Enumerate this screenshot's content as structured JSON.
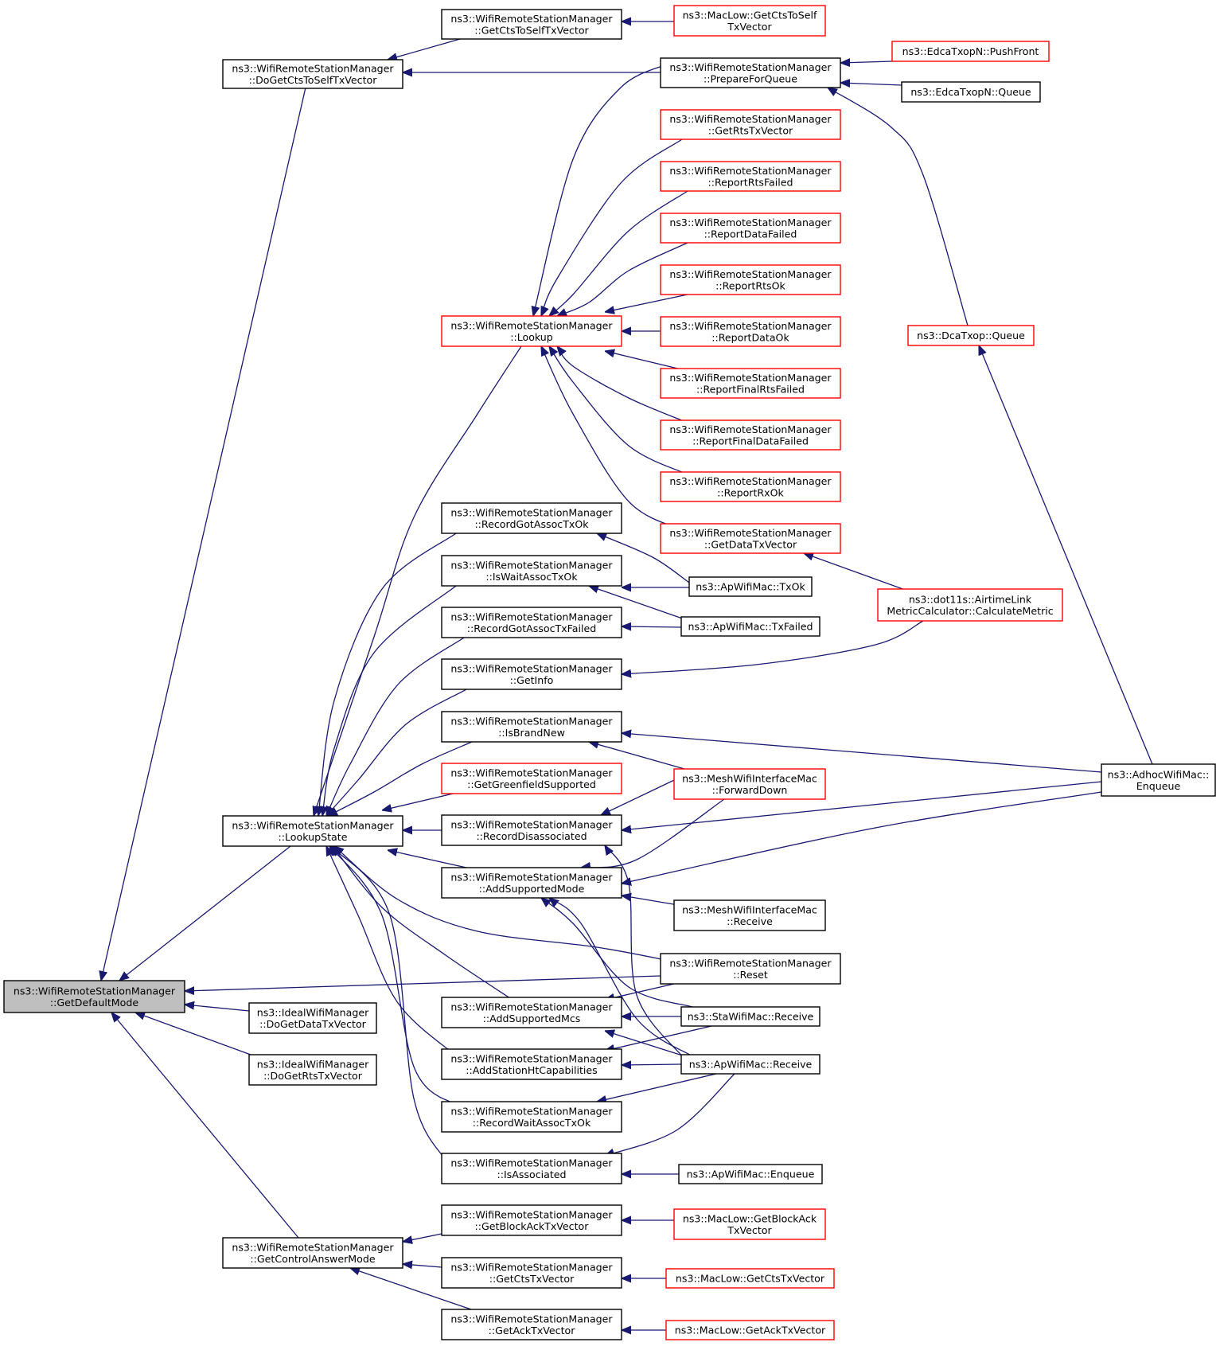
{
  "graph": {
    "edge_color": "#191970",
    "border_black": "#000000",
    "border_red": "#ff0000",
    "root_fill": "#bfbfbf",
    "nodes": [
      {
        "id": "gdm",
        "lines": [
          "ns3::WifiRemoteStationManager",
          "::GetDefaultMode"
        ],
        "border": "black",
        "root": true
      },
      {
        "id": "dgcts",
        "lines": [
          "ns3::WifiRemoteStationManager",
          "::DoGetCtsToSelfTxVector"
        ],
        "border": "black"
      },
      {
        "id": "lks",
        "lines": [
          "ns3::WifiRemoteStationManager",
          "::LookupState"
        ],
        "border": "black"
      },
      {
        "id": "gcam",
        "lines": [
          "ns3::WifiRemoteStationManager",
          "::GetControlAnswerMode"
        ],
        "border": "black"
      },
      {
        "id": "idt",
        "lines": [
          "ns3::IdealWifiManager",
          "::DoGetDataTxVector"
        ],
        "border": "black"
      },
      {
        "id": "irt",
        "lines": [
          "ns3::IdealWifiManager",
          "::DoGetRtsTxVector"
        ],
        "border": "black"
      },
      {
        "id": "gctsself",
        "lines": [
          "ns3::WifiRemoteStationManager",
          "::GetCtsToSelfTxVector"
        ],
        "border": "black"
      },
      {
        "id": "lookup",
        "lines": [
          "ns3::WifiRemoteStationManager",
          "::Lookup"
        ],
        "border": "red"
      },
      {
        "id": "rgatok",
        "lines": [
          "ns3::WifiRemoteStationManager",
          "::RecordGotAssocTxOk"
        ],
        "border": "black"
      },
      {
        "id": "iwatok",
        "lines": [
          "ns3::WifiRemoteStationManager",
          "::IsWaitAssocTxOk"
        ],
        "border": "black"
      },
      {
        "id": "rgatf",
        "lines": [
          "ns3::WifiRemoteStationManager",
          "::RecordGotAssocTxFailed"
        ],
        "border": "black"
      },
      {
        "id": "getinfo",
        "lines": [
          "ns3::WifiRemoteStationManager",
          "::GetInfo"
        ],
        "border": "black"
      },
      {
        "id": "isbn",
        "lines": [
          "ns3::WifiRemoteStationManager",
          "::IsBrandNew"
        ],
        "border": "black"
      },
      {
        "id": "ggf",
        "lines": [
          "ns3::WifiRemoteStationManager",
          "::GetGreenfieldSupported"
        ],
        "border": "red"
      },
      {
        "id": "rdis",
        "lines": [
          "ns3::WifiRemoteStationManager",
          "::RecordDisassociated"
        ],
        "border": "black"
      },
      {
        "id": "asm",
        "lines": [
          "ns3::WifiRemoteStationManager",
          "::AddSupportedMode"
        ],
        "border": "black"
      },
      {
        "id": "asmcs",
        "lines": [
          "ns3::WifiRemoteStationManager",
          "::AddSupportedMcs"
        ],
        "border": "black"
      },
      {
        "id": "ashc",
        "lines": [
          "ns3::WifiRemoteStationManager",
          "::AddStationHtCapabilities"
        ],
        "border": "black"
      },
      {
        "id": "rwatok",
        "lines": [
          "ns3::WifiRemoteStationManager",
          "::RecordWaitAssocTxOk"
        ],
        "border": "black"
      },
      {
        "id": "isassoc",
        "lines": [
          "ns3::WifiRemoteStationManager",
          "::IsAssociated"
        ],
        "border": "black"
      },
      {
        "id": "gbatx",
        "lines": [
          "ns3::WifiRemoteStationManager",
          "::GetBlockAckTxVector"
        ],
        "border": "black"
      },
      {
        "id": "gctstx",
        "lines": [
          "ns3::WifiRemoteStationManager",
          "::GetCtsTxVector"
        ],
        "border": "black"
      },
      {
        "id": "gacktx",
        "lines": [
          "ns3::WifiRemoteStationManager",
          "::GetAckTxVector"
        ],
        "border": "black"
      },
      {
        "id": "mlgctsself",
        "lines": [
          "ns3::MacLow::GetCtsToSelf",
          "TxVector"
        ],
        "border": "red"
      },
      {
        "id": "pfq",
        "lines": [
          "ns3::WifiRemoteStationManager",
          "::PrepareForQueue"
        ],
        "border": "black"
      },
      {
        "id": "grts",
        "lines": [
          "ns3::WifiRemoteStationManager",
          "::GetRtsTxVector"
        ],
        "border": "red"
      },
      {
        "id": "rrtsf",
        "lines": [
          "ns3::WifiRemoteStationManager",
          "::ReportRtsFailed"
        ],
        "border": "red"
      },
      {
        "id": "rdataf",
        "lines": [
          "ns3::WifiRemoteStationManager",
          "::ReportDataFailed"
        ],
        "border": "red"
      },
      {
        "id": "rrtsok",
        "lines": [
          "ns3::WifiRemoteStationManager",
          "::ReportRtsOk"
        ],
        "border": "red"
      },
      {
        "id": "rdataok",
        "lines": [
          "ns3::WifiRemoteStationManager",
          "::ReportDataOk"
        ],
        "border": "red"
      },
      {
        "id": "rfrtsf",
        "lines": [
          "ns3::WifiRemoteStationManager",
          "::ReportFinalRtsFailed"
        ],
        "border": "red"
      },
      {
        "id": "rfdataf",
        "lines": [
          "ns3::WifiRemoteStationManager",
          "::ReportFinalDataFailed"
        ],
        "border": "red"
      },
      {
        "id": "rrxok",
        "lines": [
          "ns3::WifiRemoteStationManager",
          "::ReportRxOk"
        ],
        "border": "red"
      },
      {
        "id": "gdatatx",
        "lines": [
          "ns3::WifiRemoteStationManager",
          "::GetDataTxVector"
        ],
        "border": "red"
      },
      {
        "id": "aptxok",
        "lines": [
          "ns3::ApWifiMac::TxOk"
        ],
        "border": "black"
      },
      {
        "id": "aptxf",
        "lines": [
          "ns3::ApWifiMac::TxFailed"
        ],
        "border": "black"
      },
      {
        "id": "meshfd",
        "lines": [
          "ns3::MeshWifiInterfaceMac",
          "::ForwardDown"
        ],
        "border": "red"
      },
      {
        "id": "meshrx",
        "lines": [
          "ns3::MeshWifiInterfaceMac",
          "::Receive"
        ],
        "border": "black"
      },
      {
        "id": "reset",
        "lines": [
          "ns3::WifiRemoteStationManager",
          "::Reset"
        ],
        "border": "black"
      },
      {
        "id": "starx",
        "lines": [
          "ns3::StaWifiMac::Receive"
        ],
        "border": "black"
      },
      {
        "id": "aprx",
        "lines": [
          "ns3::ApWifiMac::Receive"
        ],
        "border": "black"
      },
      {
        "id": "apenq",
        "lines": [
          "ns3::ApWifiMac::Enqueue"
        ],
        "border": "black"
      },
      {
        "id": "mlgba",
        "lines": [
          "ns3::MacLow::GetBlockAck",
          "TxVector"
        ],
        "border": "red"
      },
      {
        "id": "mlgcts",
        "lines": [
          "ns3::MacLow::GetCtsTxVector"
        ],
        "border": "red"
      },
      {
        "id": "mlgack",
        "lines": [
          "ns3::MacLow::GetAckTxVector"
        ],
        "border": "red"
      },
      {
        "id": "pushfront",
        "lines": [
          "ns3::EdcaTxopN::PushFront"
        ],
        "border": "red"
      },
      {
        "id": "edcaq",
        "lines": [
          "ns3::EdcaTxopN::Queue"
        ],
        "border": "black"
      },
      {
        "id": "dcaq",
        "lines": [
          "ns3::DcaTxop::Queue"
        ],
        "border": "red"
      },
      {
        "id": "airtime",
        "lines": [
          "ns3::dot11s::AirtimeLink",
          "MetricCalculator::CalculateMetric"
        ],
        "border": "red"
      },
      {
        "id": "adhoc",
        "lines": [
          "ns3::AdhocWifiMac::",
          "Enqueue"
        ],
        "border": "black"
      }
    ],
    "edges": [
      [
        "dgcts",
        "gdm"
      ],
      [
        "lks",
        "gdm"
      ],
      [
        "reset",
        "gdm"
      ],
      [
        "idt",
        "gdm"
      ],
      [
        "irt",
        "gdm"
      ],
      [
        "gcam",
        "gdm"
      ],
      [
        "gctsself",
        "dgcts"
      ],
      [
        "pfq",
        "dgcts"
      ],
      [
        "mlgctsself",
        "gctsself"
      ],
      [
        "pushfront",
        "pfq"
      ],
      [
        "edcaq",
        "pfq"
      ],
      [
        "dcaq",
        "pfq"
      ],
      [
        "adhoc",
        "dcaq"
      ],
      [
        "lookup",
        "lks"
      ],
      [
        "rgatok",
        "lks"
      ],
      [
        "iwatok",
        "lks"
      ],
      [
        "rgatf",
        "lks"
      ],
      [
        "getinfo",
        "lks"
      ],
      [
        "isbn",
        "lks"
      ],
      [
        "ggf",
        "lks"
      ],
      [
        "rdis",
        "lks"
      ],
      [
        "asm",
        "lks"
      ],
      [
        "reset",
        "lks"
      ],
      [
        "asmcs",
        "lks"
      ],
      [
        "ashc",
        "lks"
      ],
      [
        "rwatok",
        "lks"
      ],
      [
        "isassoc",
        "lks"
      ],
      [
        "pfq",
        "lookup"
      ],
      [
        "grts",
        "lookup"
      ],
      [
        "rrtsf",
        "lookup"
      ],
      [
        "rdataf",
        "lookup"
      ],
      [
        "rrtsok",
        "lookup"
      ],
      [
        "rdataok",
        "lookup"
      ],
      [
        "rfrtsf",
        "lookup"
      ],
      [
        "rfdataf",
        "lookup"
      ],
      [
        "rrxok",
        "lookup"
      ],
      [
        "gdatatx",
        "lookup"
      ],
      [
        "airtime",
        "gdatatx"
      ],
      [
        "aptxok",
        "rgatok"
      ],
      [
        "aptxok",
        "iwatok"
      ],
      [
        "aptxf",
        "iwatok"
      ],
      [
        "aptxf",
        "rgatf"
      ],
      [
        "airtime",
        "getinfo"
      ],
      [
        "adhoc",
        "isbn"
      ],
      [
        "meshfd",
        "isbn"
      ],
      [
        "meshfd",
        "rdis"
      ],
      [
        "adhoc",
        "rdis"
      ],
      [
        "aprx",
        "rdis"
      ],
      [
        "meshfd",
        "asm"
      ],
      [
        "adhoc",
        "asm"
      ],
      [
        "meshrx",
        "asm"
      ],
      [
        "starx",
        "asm"
      ],
      [
        "aprx",
        "asm"
      ],
      [
        "reset",
        "asmcs"
      ],
      [
        "starx",
        "asmcs"
      ],
      [
        "aprx",
        "asmcs"
      ],
      [
        "starx",
        "ashc"
      ],
      [
        "aprx",
        "ashc"
      ],
      [
        "aprx",
        "rwatok"
      ],
      [
        "aprx",
        "isassoc"
      ],
      [
        "apenq",
        "isassoc"
      ],
      [
        "gbatx",
        "gcam"
      ],
      [
        "gctstx",
        "gcam"
      ],
      [
        "gacktx",
        "gcam"
      ],
      [
        "mlgba",
        "gbatx"
      ],
      [
        "mlgcts",
        "gctstx"
      ],
      [
        "mlgack",
        "gacktx"
      ]
    ]
  }
}
